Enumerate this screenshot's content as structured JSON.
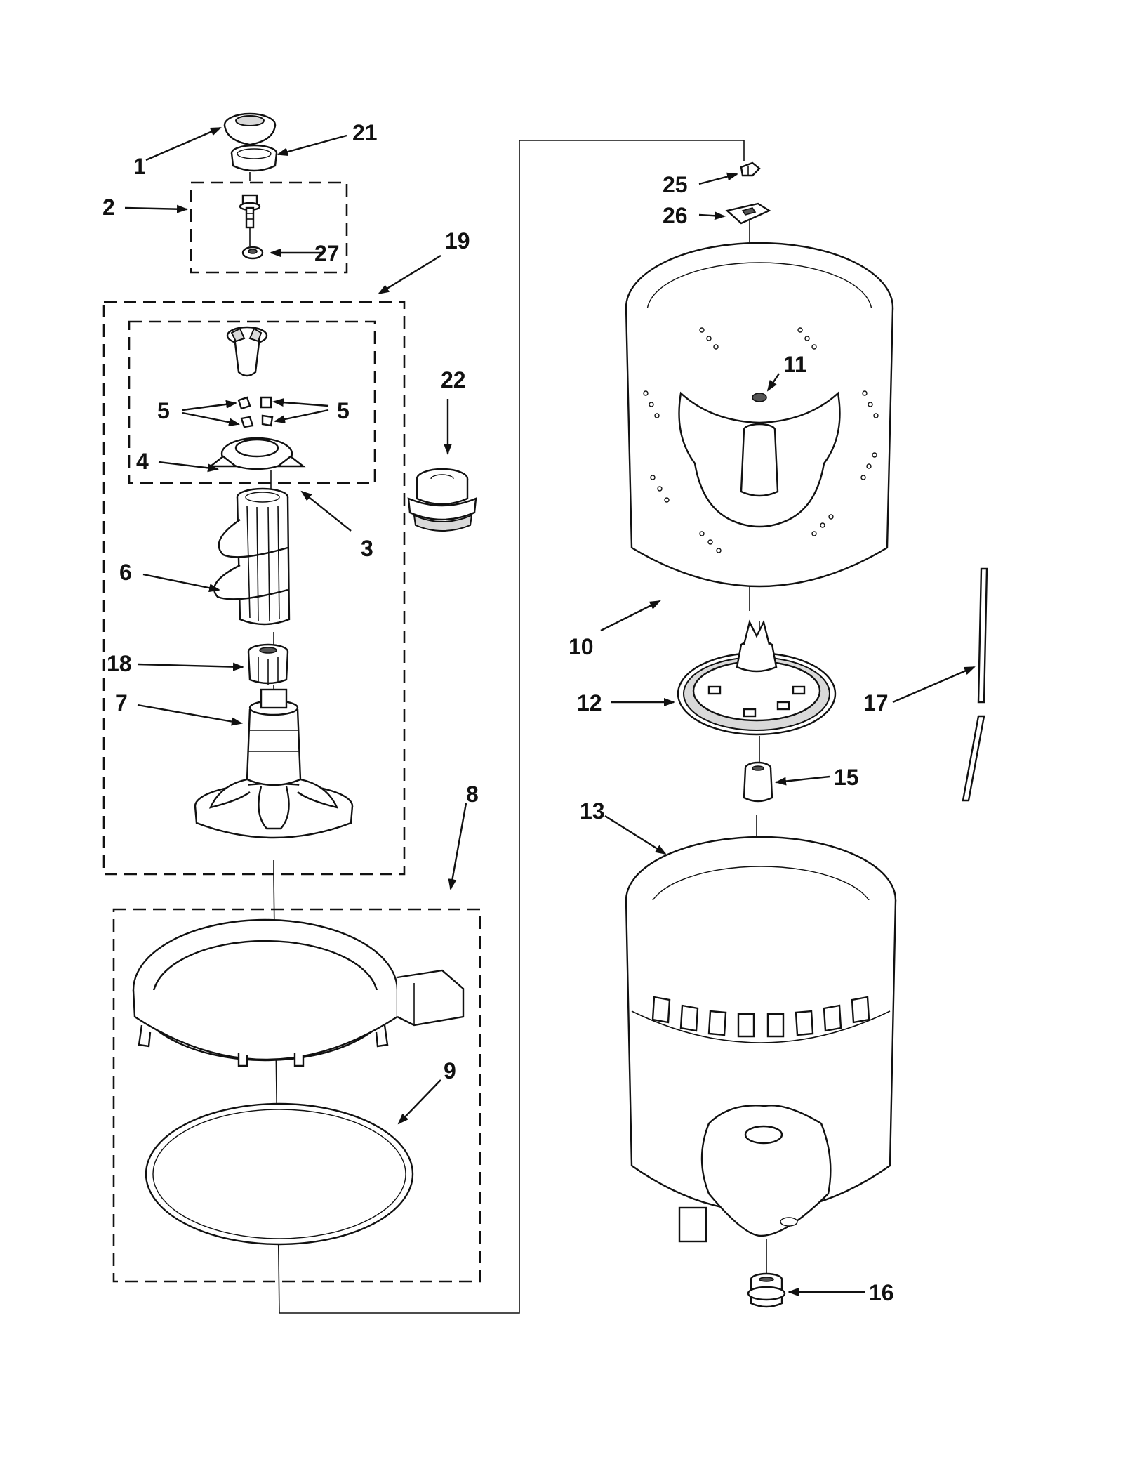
{
  "callouts": {
    "c1": "1",
    "c2": "2",
    "c3": "3",
    "c4": "4",
    "c5a": "5",
    "c5b": "5",
    "c6": "6",
    "c7": "7",
    "c8": "8",
    "c9": "9",
    "c10": "10",
    "c11": "11",
    "c12": "12",
    "c13": "13",
    "c15": "15",
    "c16": "16",
    "c17": "17",
    "c18": "18",
    "c19": "19",
    "c21": "21",
    "c22": "22",
    "c25": "25",
    "c26": "26",
    "c27": "27"
  }
}
